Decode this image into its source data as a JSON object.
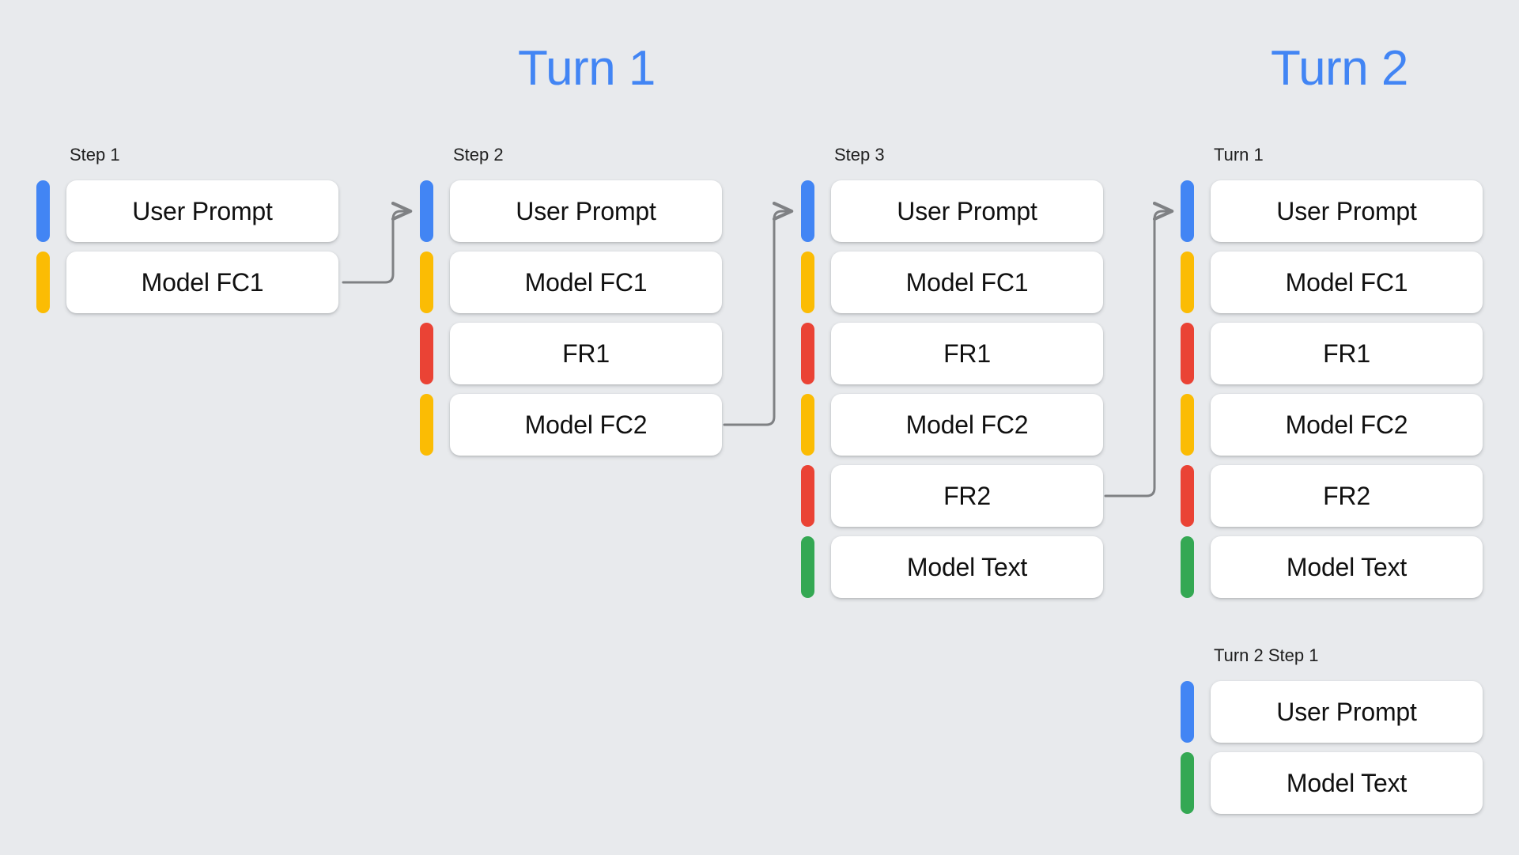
{
  "background_color": "#e8eaed",
  "palette": {
    "blue": "#4285f4",
    "yellow": "#fbbc04",
    "red": "#ea4335",
    "green": "#34a853",
    "card": "#ffffff",
    "connector": "#7f8184",
    "title": "#4285f4",
    "text": "#101010"
  },
  "titles": [
    {
      "text": "Turn 1"
    },
    {
      "text": "Turn 2"
    }
  ],
  "columns": [
    {
      "label": "Step 1",
      "rows": [
        {
          "label": "User Prompt",
          "color": "blue"
        },
        {
          "label": "Model FC1",
          "color": "yellow"
        }
      ]
    },
    {
      "label": "Step 2",
      "rows": [
        {
          "label": "User Prompt",
          "color": "blue"
        },
        {
          "label": "Model FC1",
          "color": "yellow"
        },
        {
          "label": "FR1",
          "color": "red"
        },
        {
          "label": "Model FC2",
          "color": "yellow"
        }
      ]
    },
    {
      "label": "Step 3",
      "rows": [
        {
          "label": "User Prompt",
          "color": "blue"
        },
        {
          "label": "Model FC1",
          "color": "yellow"
        },
        {
          "label": "FR1",
          "color": "red"
        },
        {
          "label": "Model FC2",
          "color": "yellow"
        },
        {
          "label": "FR2",
          "color": "red"
        },
        {
          "label": "Model Text",
          "color": "green"
        }
      ]
    },
    {
      "label": "Turn 1",
      "rows": [
        {
          "label": "User Prompt",
          "color": "blue"
        },
        {
          "label": "Model FC1",
          "color": "yellow"
        },
        {
          "label": "FR1",
          "color": "red"
        },
        {
          "label": "Model FC2",
          "color": "yellow"
        },
        {
          "label": "FR2",
          "color": "red"
        },
        {
          "label": "Model Text",
          "color": "green"
        }
      ]
    },
    {
      "label": "Turn 2 Step 1",
      "rows": [
        {
          "label": "User Prompt",
          "color": "blue"
        },
        {
          "label": "Model Text",
          "color": "green"
        }
      ]
    }
  ],
  "connectors": [
    {
      "name": "step1-to-step2"
    },
    {
      "name": "step2-to-step3"
    },
    {
      "name": "step3-to-turn1"
    }
  ]
}
